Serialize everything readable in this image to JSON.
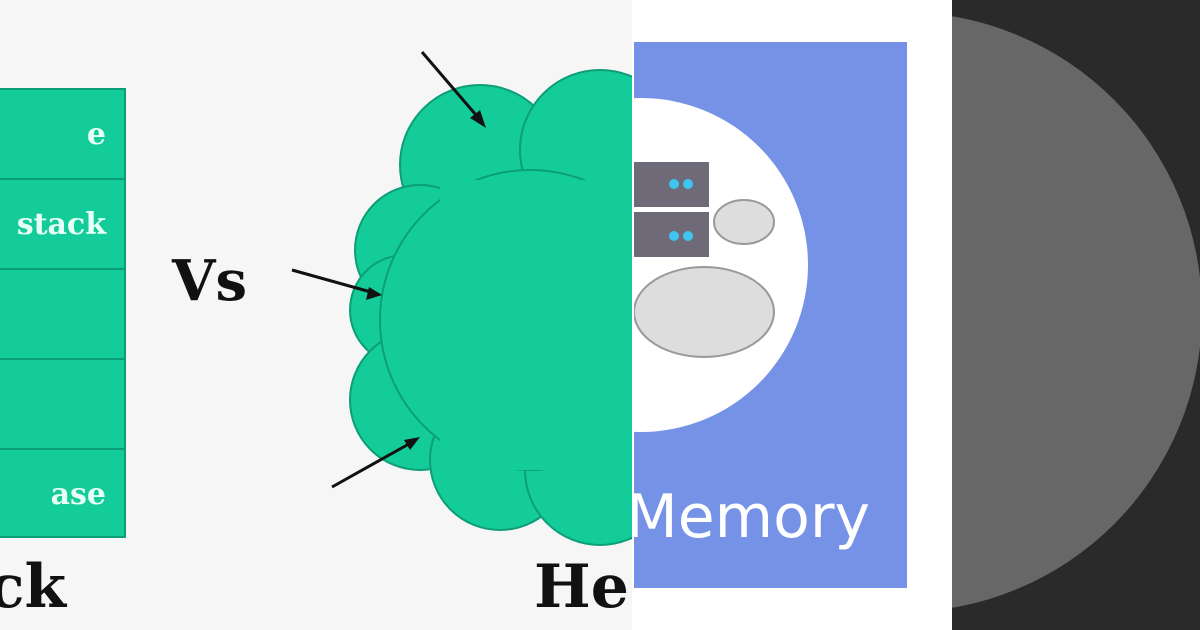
{
  "left_panel": {
    "stack_rows": [
      "e stack",
      "",
      "",
      "",
      "ase"
    ],
    "vs_label": "Vs",
    "stack_caption": "ck",
    "heap_caption": "He",
    "colors": {
      "stack": "#14cc9a",
      "heap": "#14cc9a"
    }
  },
  "middle_panel": {
    "caption": "Memory",
    "icon": "server-cloud-icon",
    "colors": {
      "background": "#7592e6"
    }
  },
  "right_panel": {
    "colors": {
      "background": "#2a2a2a",
      "circle": "#676767"
    }
  }
}
